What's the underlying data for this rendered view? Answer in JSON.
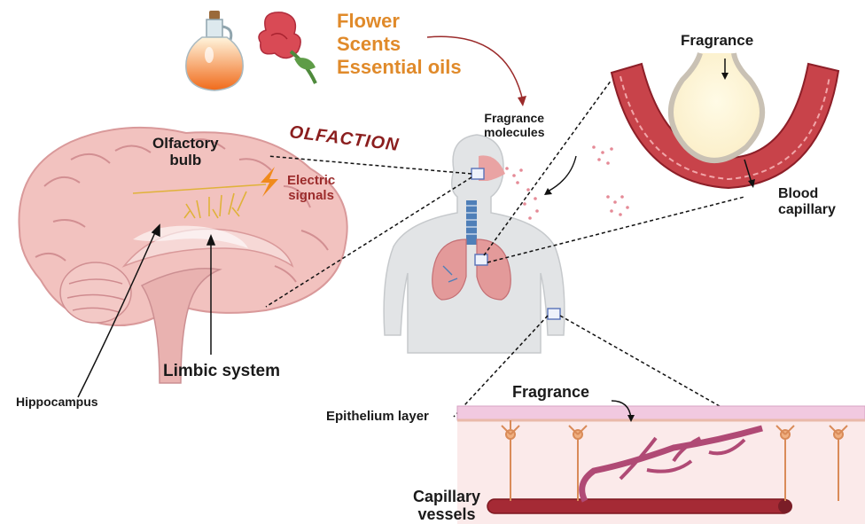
{
  "sources": {
    "line1": "Flower",
    "line2": "Scents",
    "line3": "Essential oils"
  },
  "olfaction": "OLFACTION",
  "olfactory_bulb": {
    "line1": "Olfactory",
    "line2": "bulb"
  },
  "electric_signals": {
    "line1": "Electric",
    "line2": "signals"
  },
  "limbic_system": "Limbic system",
  "hippocampus": "Hippocampus",
  "fragrance_molecules": {
    "line1": "Fragrance",
    "line2": "molecules"
  },
  "fragrance_top": "Fragrance",
  "blood_capillary": {
    "line1": "Blood",
    "line2": "capillary"
  },
  "fragrance_bottom": "Fragrance",
  "epithelium_layer": "Epithelium layer",
  "capillary_vessels": {
    "line1": "Capillary",
    "line2": "vessels"
  },
  "colors": {
    "accent_orange": "#e08a2a",
    "olfaction_red": "#8b1e1e",
    "capillary_red": "#b8323c",
    "brain_pink": "#e8a9a9",
    "bulb_gold": "#e0b23a"
  }
}
